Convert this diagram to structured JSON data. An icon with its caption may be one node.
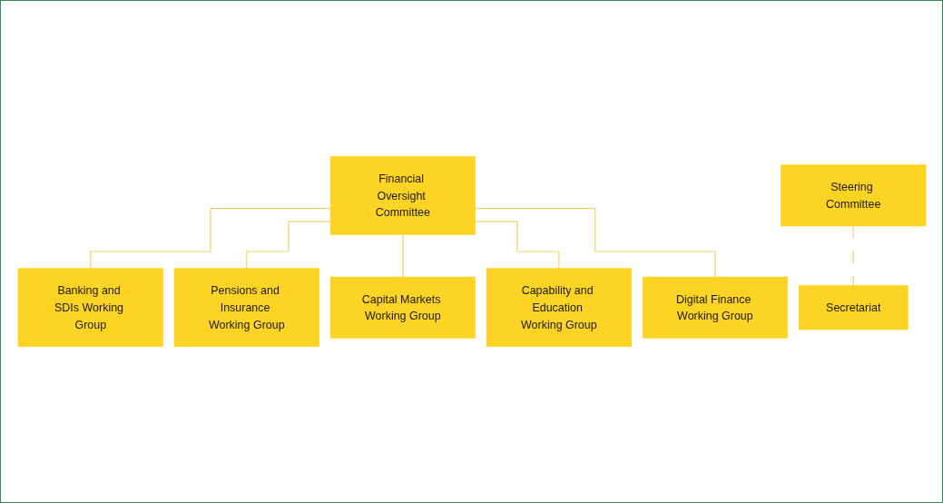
{
  "diagram": {
    "nodes": [
      {
        "text": [
          "Financial Oversight Committee"
        ]
      },
      {
        "text": [
          "Steering Committee"
        ]
      },
      {
        "text": [
          "Secretariat"
        ]
      },
      {
        "text": [
          "Banking and SDIs Working Group"
        ]
      },
      {
        "text": [
          "Pensions and Insurance Working Group"
        ]
      },
      {
        "text": [
          "Capital Markets Working Group"
        ]
      },
      {
        "text": [
          "Capability and Education Working Group"
        ]
      },
      {
        "text": [
          "Digital Finance Working Group"
        ]
      }
    ],
    "edges": [
      {
        "from": 0,
        "to": 3,
        "arrow": "none"
      },
      {
        "from": 0,
        "to": 4,
        "arrow": "none"
      },
      {
        "from": 0,
        "to": 5,
        "arrow": "none"
      },
      {
        "from": 0,
        "to": 6,
        "arrow": "none"
      },
      {
        "from": 0,
        "to": 7,
        "arrow": "none"
      },
      {
        "from": 1,
        "to": 2,
        "arrow": "none",
        "style": "dashed"
      }
    ]
  }
}
